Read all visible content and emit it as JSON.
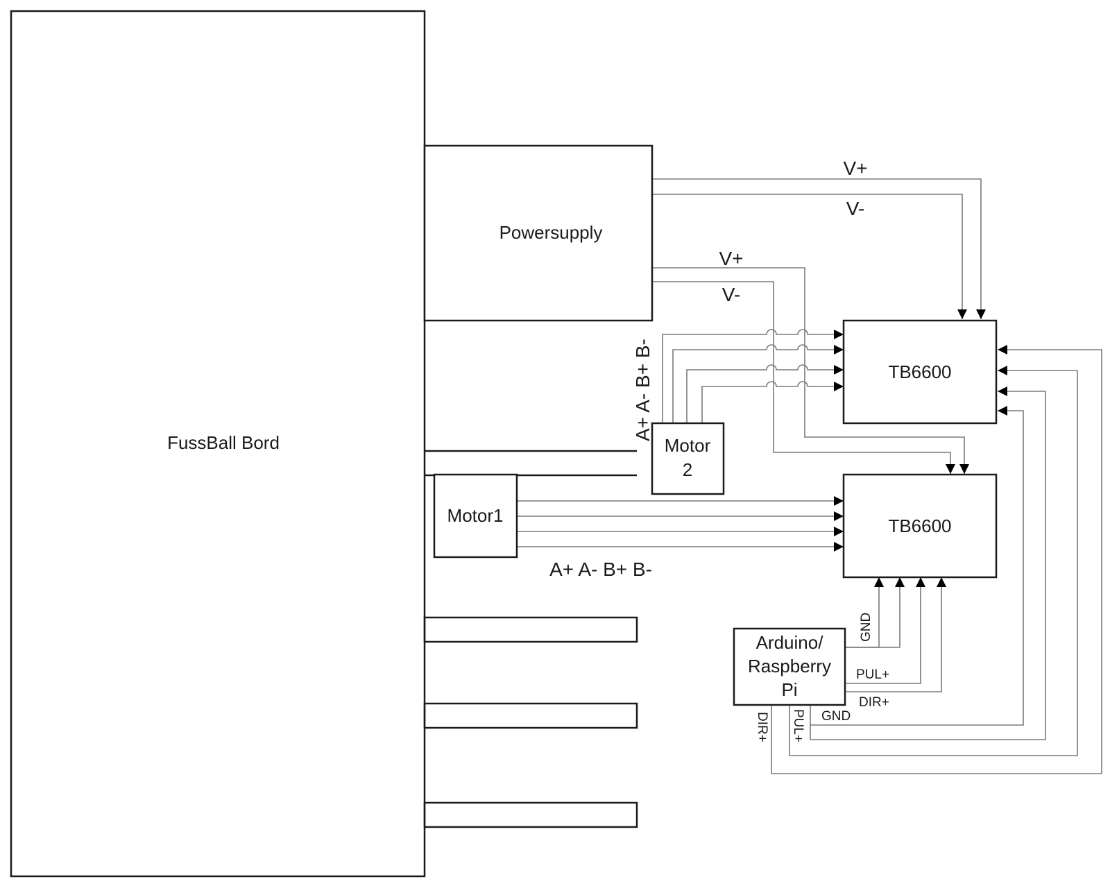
{
  "blocks": {
    "board": "FussBall Bord",
    "power": "Powersupply",
    "driver_top": "TB6600",
    "driver_bottom": "TB6600",
    "motor1": "Motor1",
    "motor2_line1": "Motor",
    "motor2_line2": "2",
    "controller_line1": "Arduino/",
    "controller_line2": "Raspberry",
    "controller_line3": "Pi"
  },
  "labels": {
    "vplus_top": "V+",
    "vminus_top": "V-",
    "vplus_mid": "V+",
    "vminus_mid": "V-",
    "motor2_phases": "A+ A- B+ B-",
    "motor1_phases": "A+ A- B+ B-",
    "gnd_up": "GND",
    "pul_right": "PUL+",
    "dir_right": "DIR+",
    "gnd_bottom": "GND",
    "dir_down": "DIR+",
    "pul_down": "PUL+"
  }
}
